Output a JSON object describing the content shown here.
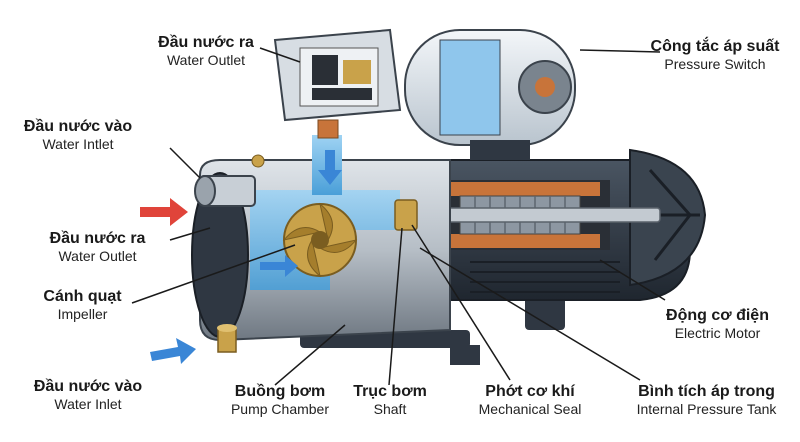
{
  "labels": {
    "outlet_top": {
      "vi": "Đầu nước ra",
      "en": "Water Outlet"
    },
    "inlet_left": {
      "vi": "Đầu nước vào",
      "en": "Water Intlet"
    },
    "outlet_left": {
      "vi": "Đầu nước ra",
      "en": "Water Outlet"
    },
    "impeller": {
      "vi": "Cánh quạt",
      "en": "Impeller"
    },
    "inlet_bottom": {
      "vi": "Đầu nước vào",
      "en": "Water Inlet"
    },
    "pump_chamber": {
      "vi": "Buồng bơm",
      "en": "Pump Chamber"
    },
    "shaft": {
      "vi": "Trục bơm",
      "en": "Shaft"
    },
    "mech_seal": {
      "vi": "Phớt cơ khí",
      "en": "Mechanical Seal"
    },
    "tank": {
      "vi": "Bình tích áp trong",
      "en": "Internal Pressure Tank"
    },
    "motor": {
      "vi": "Động cơ điện",
      "en": "Electric Motor"
    },
    "pressure_switch": {
      "vi": "Công tắc áp suất",
      "en": "Pressure Switch"
    }
  },
  "colors": {
    "water": "#5fb3e8",
    "body": "#b9c1c9",
    "dark": "#2c3440",
    "copper": "#c8743a",
    "brass": "#c9a24a",
    "arrow_in": "#e0443a",
    "arrow_blue": "#3a86d6"
  }
}
